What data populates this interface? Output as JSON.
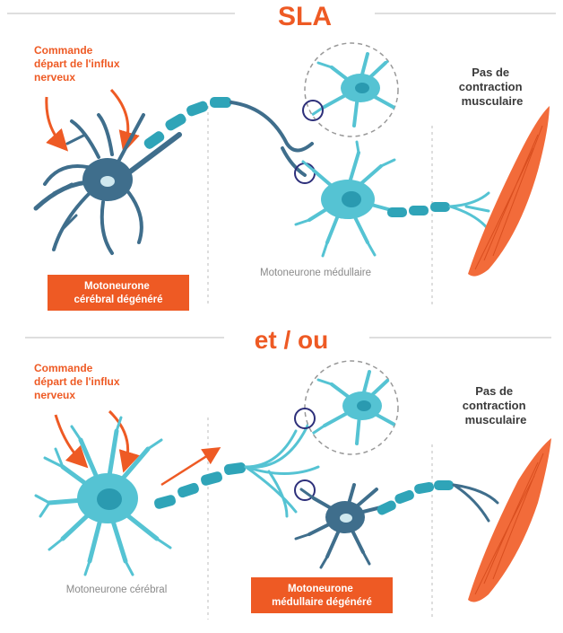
{
  "colors": {
    "accent": "#ee5a24",
    "neuron_dark": "#3f6e8c",
    "neuron_light": "#55c3d3",
    "myelin": "#2fa4b8",
    "muscle": "#f26b3a",
    "circle": "#2d2f7a",
    "divider": "#bdbdbd"
  },
  "top": {
    "title": "SLA",
    "command_lines": [
      "Commande",
      "départ de l'influx",
      "nerveux"
    ],
    "no_contraction_lines": [
      "Pas de",
      "contraction",
      "musculaire"
    ],
    "spinal_neuron_label": "Motoneurone médullaire",
    "degenerated_box_lines": [
      "Motoneurone",
      "cérébral dégénéré"
    ]
  },
  "bottom": {
    "title": "et / ou",
    "command_lines": [
      "Commande",
      "départ de l'influx",
      "nerveux"
    ],
    "no_contraction_lines": [
      "Pas de",
      "contraction",
      "musculaire"
    ],
    "brain_neuron_label": "Motoneurone cérébral",
    "degenerated_box_lines": [
      "Motoneurone",
      "médullaire dégénéré"
    ]
  }
}
